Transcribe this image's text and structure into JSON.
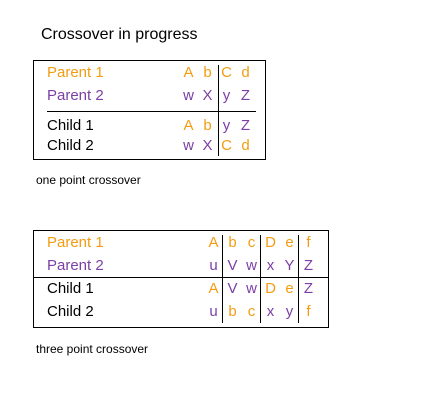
{
  "title": "Crossover in progress",
  "colors": {
    "parent1": "#f39c12",
    "parent2": "#7b3fa5",
    "text": "#000000"
  },
  "diagram1": {
    "caption": "one point crossover",
    "rows": [
      {
        "label": "Parent 1",
        "label_color": "orange",
        "tokens": [
          {
            "t": "A",
            "c": "orange"
          },
          {
            "t": "b",
            "c": "orange"
          },
          {
            "t": "C",
            "c": "orange"
          },
          {
            "t": "d",
            "c": "orange"
          }
        ]
      },
      {
        "label": "Parent 2",
        "label_color": "purple",
        "tokens": [
          {
            "t": "w",
            "c": "purple"
          },
          {
            "t": "X",
            "c": "purple"
          },
          {
            "t": "y",
            "c": "purple"
          },
          {
            "t": "Z",
            "c": "purple"
          }
        ]
      },
      {
        "label": "Child 1",
        "label_color": "black",
        "tokens": [
          {
            "t": "A",
            "c": "orange"
          },
          {
            "t": "b",
            "c": "orange"
          },
          {
            "t": "y",
            "c": "purple"
          },
          {
            "t": "Z",
            "c": "purple"
          }
        ]
      },
      {
        "label": "Child 2",
        "label_color": "black",
        "tokens": [
          {
            "t": "w",
            "c": "purple"
          },
          {
            "t": "X",
            "c": "purple"
          },
          {
            "t": "C",
            "c": "orange"
          },
          {
            "t": "d",
            "c": "orange"
          }
        ]
      }
    ]
  },
  "diagram2": {
    "caption": "three point crossover",
    "rows": [
      {
        "label": "Parent 1",
        "label_color": "orange",
        "tokens": [
          {
            "t": "A",
            "c": "orange"
          },
          {
            "t": "b",
            "c": "orange"
          },
          {
            "t": "c",
            "c": "orange"
          },
          {
            "t": "D",
            "c": "orange"
          },
          {
            "t": "e",
            "c": "orange"
          },
          {
            "t": "f",
            "c": "orange"
          }
        ]
      },
      {
        "label": "Parent 2",
        "label_color": "purple",
        "tokens": [
          {
            "t": "u",
            "c": "purple"
          },
          {
            "t": "V",
            "c": "purple"
          },
          {
            "t": "w",
            "c": "purple"
          },
          {
            "t": "x",
            "c": "purple"
          },
          {
            "t": "Y",
            "c": "purple"
          },
          {
            "t": "Z",
            "c": "purple"
          }
        ]
      },
      {
        "label": "Child 1",
        "label_color": "black",
        "tokens": [
          {
            "t": "A",
            "c": "orange"
          },
          {
            "t": "V",
            "c": "purple"
          },
          {
            "t": "w",
            "c": "purple"
          },
          {
            "t": "D",
            "c": "orange"
          },
          {
            "t": "e",
            "c": "orange"
          },
          {
            "t": "Z",
            "c": "purple"
          }
        ]
      },
      {
        "label": "Child 2",
        "label_color": "black",
        "tokens": [
          {
            "t": "u",
            "c": "purple"
          },
          {
            "t": "b",
            "c": "orange"
          },
          {
            "t": "c",
            "c": "orange"
          },
          {
            "t": "x",
            "c": "purple"
          },
          {
            "t": "y",
            "c": "purple"
          },
          {
            "t": "f",
            "c": "orange"
          }
        ]
      }
    ]
  }
}
